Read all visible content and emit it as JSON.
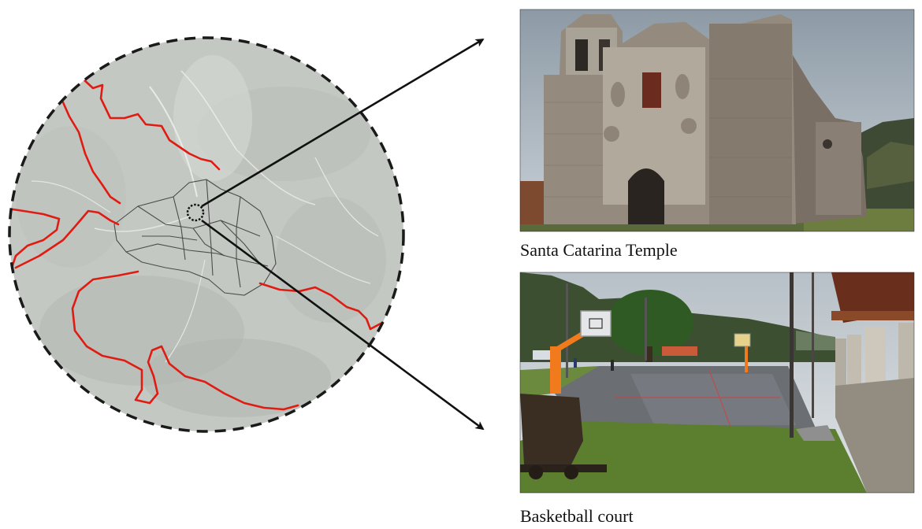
{
  "figure": {
    "photos": [
      {
        "id": "temple",
        "caption": "Santa Catarina Temple"
      },
      {
        "id": "court",
        "caption": "Basketball court"
      }
    ]
  },
  "colors": {
    "boundary_line": "#e01b12",
    "circle_outline": "#1a1a1a",
    "map_fill": "#c6c9c4",
    "arrow": "#111111",
    "orange_hoop": "#f07a1c"
  }
}
